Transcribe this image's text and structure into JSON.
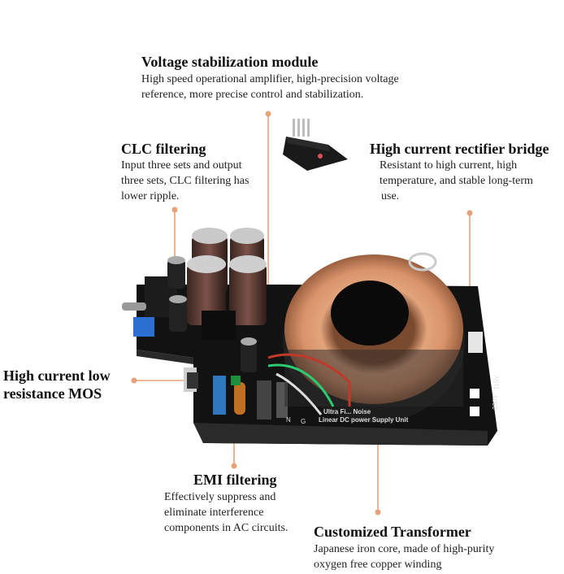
{
  "callouts": {
    "voltage": {
      "title": "Voltage stabilization module",
      "desc1": "High speed operational amplifier, high-precision voltage",
      "desc2": "reference, more precise control and stabilization."
    },
    "clc": {
      "title": "CLC filtering",
      "desc1": "Input three sets and output",
      "desc2": "three sets, CLC filtering has",
      "desc3": "lower ripple."
    },
    "rectifier": {
      "title": "High current rectifier bridge",
      "desc1": "Resistant to high current, high",
      "desc2": "temperature, and stable long-term",
      "desc3": "use."
    },
    "mos": {
      "title1": "High current low",
      "title2": "resistance MOS"
    },
    "emi": {
      "title": "EMI filtering",
      "desc1": "Effectively suppress and",
      "desc2": "eliminate interference",
      "desc3": "components in AC circuits."
    },
    "transformer": {
      "title": "Customized Transformer",
      "desc1": "Japanese iron core, made of high-purity",
      "desc2": "oxygen free copper winding"
    }
  },
  "board": {
    "silk_1": "Ultra Fi... Noise",
    "silk_2": "Linear DC power Supply Unit",
    "label_230v": "230V",
    "label_115v": "115V",
    "label_n": "N",
    "label_g": "G"
  },
  "colors": {
    "accent_line": "#e8a27a",
    "pcb": "#111111",
    "copper": "#d9a07a",
    "capacitor": "#5a3a30"
  }
}
